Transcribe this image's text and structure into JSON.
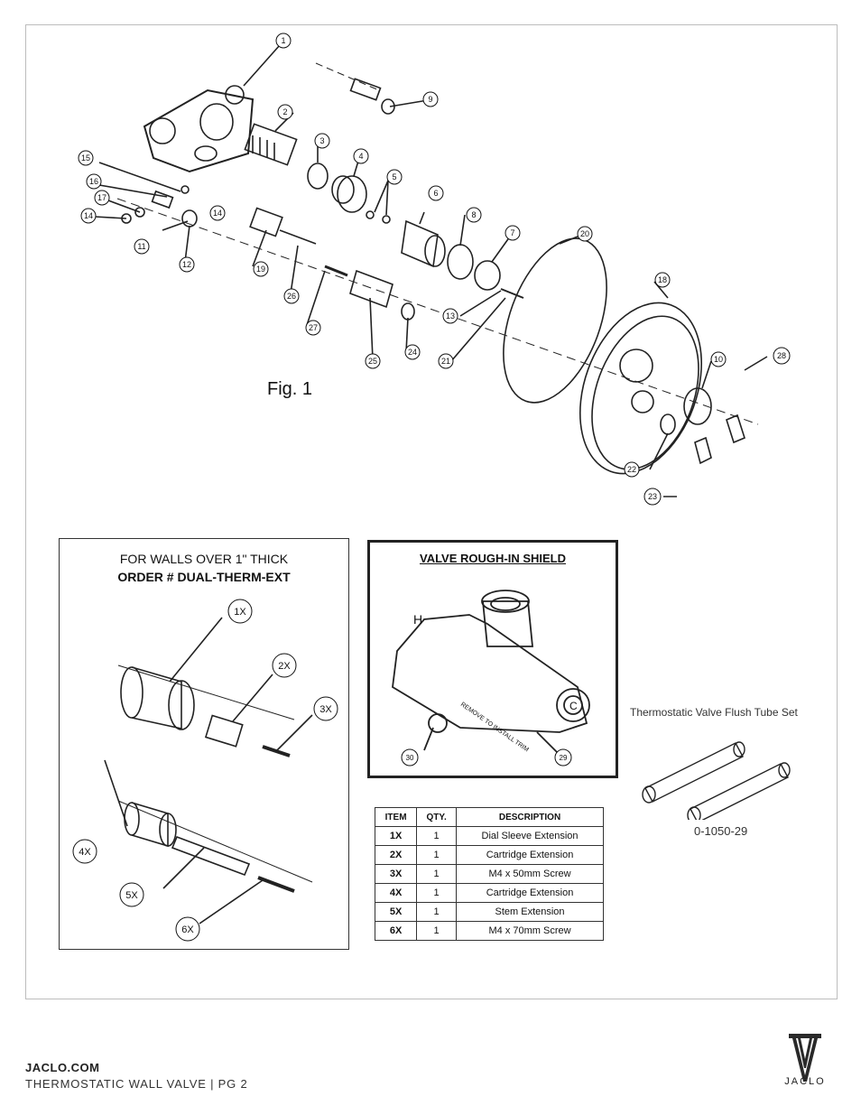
{
  "figure": {
    "label": "Fig. 1"
  },
  "exploded_callouts": [
    "1",
    "2",
    "3",
    "4",
    "5",
    "6",
    "7",
    "8",
    "9",
    "11",
    "12",
    "13",
    "14",
    "14",
    "15",
    "16",
    "17",
    "18",
    "19",
    "20",
    "21",
    "22",
    "23",
    "24",
    "25",
    "26",
    "27",
    "28",
    "10"
  ],
  "extension": {
    "title_line1": "FOR WALLS OVER 1\" THICK",
    "title_line2": "ORDER # DUAL-THERM-EXT",
    "callouts": [
      "1X",
      "2X",
      "3X",
      "4X",
      "5X",
      "6X"
    ]
  },
  "shield": {
    "title": "VALVE ROUGH-IN SHIELD",
    "callouts": [
      "30",
      "29"
    ],
    "markings": {
      "hot": "H",
      "cold": "C",
      "remove": "REMOVE TO INSTALL TRIM"
    }
  },
  "items_table": {
    "headers": [
      "ITEM",
      "QTY.",
      "DESCRIPTION"
    ],
    "rows": [
      [
        "1X",
        "1",
        "Dial Sleeve Extension"
      ],
      [
        "2X",
        "1",
        "Cartridge Extension"
      ],
      [
        "3X",
        "1",
        "M4 x 50mm Screw"
      ],
      [
        "4X",
        "1",
        "Cartridge Extension"
      ],
      [
        "5X",
        "1",
        "Stem Extension"
      ],
      [
        "6X",
        "1",
        "M4 x 70mm Screw"
      ]
    ]
  },
  "flush_tube": {
    "title": "Thermostatic Valve Flush Tube Set",
    "part_number": "0-1050-29"
  },
  "footer": {
    "brand": "JACLO.COM",
    "subtitle": "THERMOSTATIC WALL VALVE  |  PG 2",
    "logo_text": "JACLO"
  }
}
